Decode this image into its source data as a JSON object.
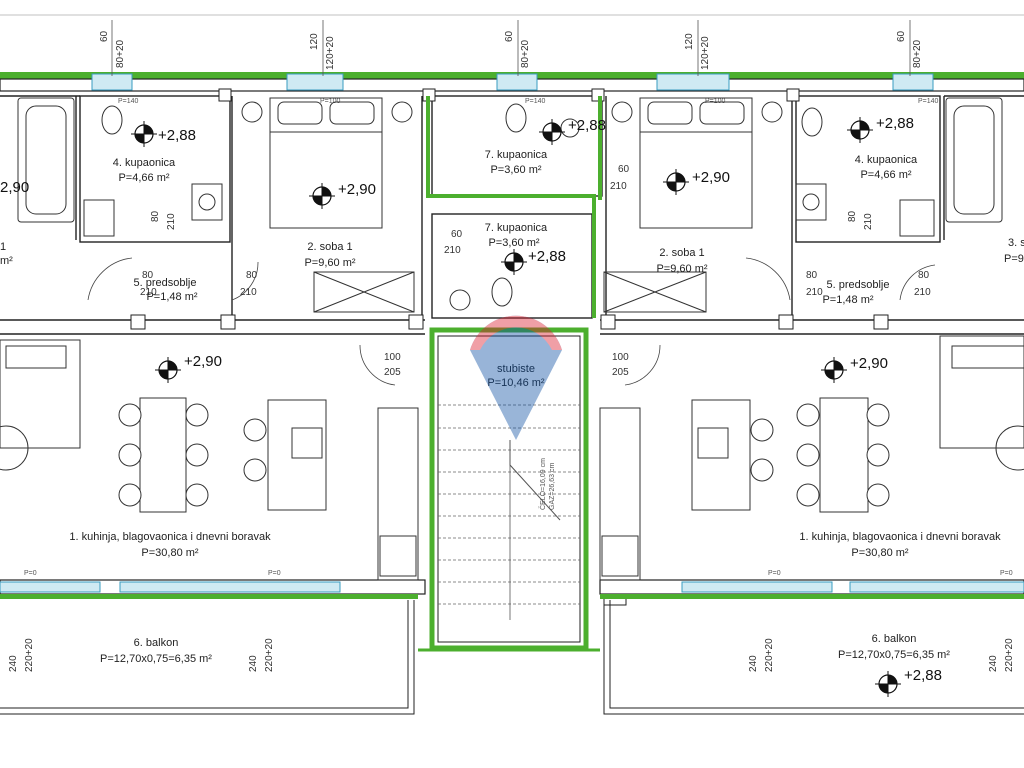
{
  "rooms": {
    "kupaonica_left_label": "4. kupaonica",
    "kupaonica_left_area": "P=4,66 m²",
    "soba_left_label": "2. soba 1",
    "soba_left_area": "P=9,60 m²",
    "kupaonica_mid_top_label": "7. kupaonica",
    "kupaonica_mid_top_area": "P=3,60 m²",
    "kupaonica_mid_low_label": "7. kupaonica",
    "kupaonica_mid_low_area": "P=3,60 m²",
    "soba_right_label": "2. soba 1",
    "soba_right_area": "P=9,60 m²",
    "kupaonica_right_label": "4. kupaonica",
    "kupaonica_right_area": "P=4,66 m²",
    "predsoblje_left_label": "5. predsoblje",
    "predsoblje_left_area": "P=1,48 m²",
    "predsoblje_right_label": "5. predsoblje",
    "predsoblje_right_area": "P=1,48 m²",
    "stubiste_label": "stubiste",
    "stubiste_area": "P=10,46 m²",
    "kuhinja_left_label": "1. kuhinja, blagovaonica i dnevni boravak",
    "kuhinja_left_area": "P=30,80 m²",
    "kuhinja_right_label": "1. kuhinja, blagovaonica i dnevni boravak",
    "kuhinja_right_area": "P=30,80 m²",
    "balkon_left_label": "6. balkon",
    "balkon_left_area": "P=12,70x0,75=6,35 m²",
    "balkon_right_label": "6. balkon",
    "balkon_right_area": "P=12,70x0,75=6,35 m²",
    "edge_left_area_fragment": "2,90",
    "edge_left_label_fragment": "1",
    "edge_left_p_fragment": "m²",
    "edge_right_label_fragment": "3. s",
    "edge_right_p_fragment": "P=9"
  },
  "levels": {
    "l288": "+2,88",
    "l290": "+2,90",
    "l288b": "+2,88",
    "l290b": "+2,90",
    "l288c": "+2,88",
    "l288d": "+2,88",
    "l290c": "+2,90",
    "l290d": "+2,90",
    "l288e": "+2,88"
  },
  "windows": {
    "w1a": "60",
    "w1b": "80+20",
    "w2a": "120",
    "w2b": "120+20",
    "w3a": "60",
    "w3b": "80+20",
    "w4a": "120",
    "w4b": "120+20",
    "w5a": "60",
    "w5b": "80+20",
    "b1a": "240",
    "b1b": "220+20",
    "b2a": "240",
    "b2b": "220+20",
    "b3a": "240",
    "b3b": "220+20",
    "b4a": "240",
    "b4b": "220+20",
    "p0": "P=0",
    "p100": "P=100",
    "p140": "P=140"
  },
  "doors": {
    "d80": "80",
    "d210": "210",
    "d60": "60",
    "d100": "100",
    "d205": "205"
  },
  "stair": {
    "cpt1": "ČELO=16,09 cm",
    "cpt2": "GAZ=26,63 cm"
  },
  "watermark": {
    "text": "RE/MAX"
  },
  "colors": {
    "wall_green": "#4caf2e",
    "watermark_red": "#dc1c2e",
    "watermark_blue": "#0c4fa3",
    "window_cyan": "#5fbcd3"
  }
}
